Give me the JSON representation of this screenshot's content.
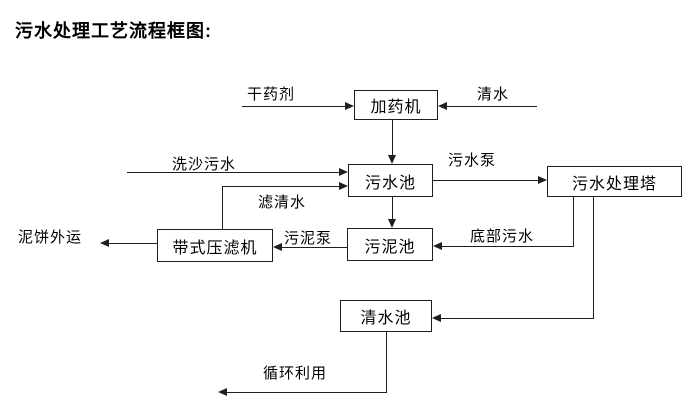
{
  "title": "污水处理工艺流程框图:",
  "diagram": {
    "nodes": {
      "dosing_machine": "加药机",
      "sewage_pool": "污水池",
      "treatment_tower": "污水处理塔",
      "belt_filter_press": "带式压滤机",
      "sludge_pool": "污泥池",
      "clean_water_pool": "清水池"
    },
    "flow_labels": {
      "dry_chemical": "干药剂",
      "clean_water": "清水",
      "sand_wash_sewage": "洗沙污水",
      "filtered_water": "滤清水",
      "sewage_pump": "污水泵",
      "sludge_pump": "污泥泵",
      "mud_cake_out": "泥饼外运",
      "bottom_sewage": "底部污水",
      "recycle": "循环利用"
    },
    "colors": {
      "line": "#1f1f1f",
      "box_border": "#1f1f1f",
      "box_fill": "#ffffff",
      "text": "#000000",
      "background": "#ffffff"
    }
  }
}
